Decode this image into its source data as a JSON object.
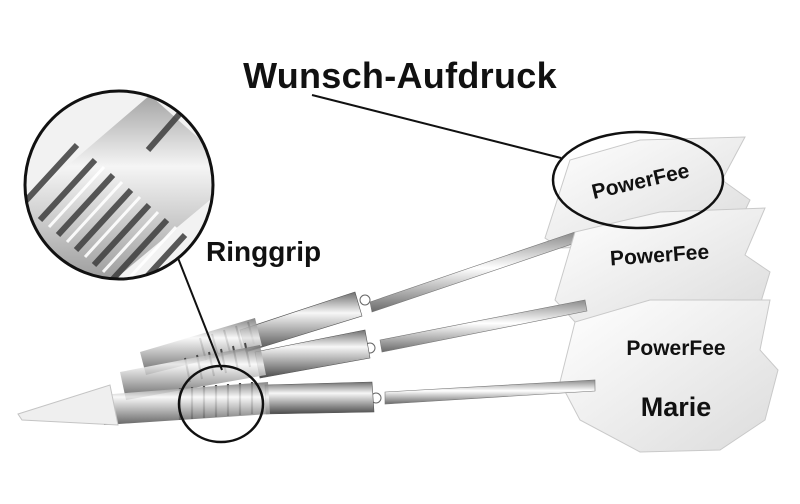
{
  "title": "Wunsch-Aufdruck",
  "callout": "Ringgrip",
  "flight_prints": {
    "top": "PowerFee",
    "middle": "PowerFee",
    "bottom": "PowerFee",
    "bottom_name": "Marie"
  },
  "colors": {
    "text": "#111111",
    "flight": "#f4f4f4",
    "steel": "#b8b8b8",
    "outline": "#111111"
  }
}
